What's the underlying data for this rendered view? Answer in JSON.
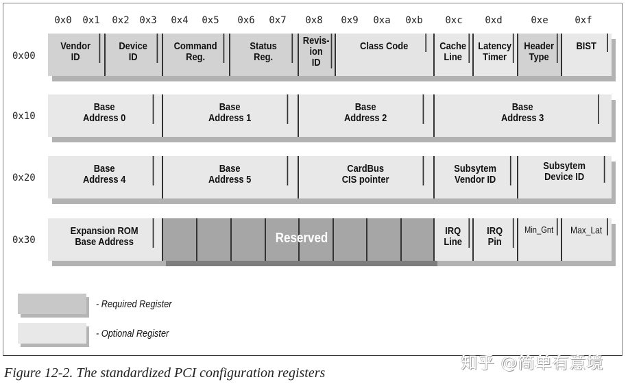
{
  "figure": {
    "caption": "Figure 12-2. The standardized PCI configuration registers",
    "watermark": "知乎 @简单有意境"
  },
  "offsets": [
    "0x0",
    "0x1",
    "0x2",
    "0x3",
    "0x4",
    "0x5",
    "0x6",
    "0x7",
    "0x8",
    "0x9",
    "0xa",
    "0xb",
    "0xc",
    "0xd",
    "0xe",
    "0xf"
  ],
  "rows": [
    {
      "label": "0x00",
      "cells": [
        {
          "line1": "Vendor",
          "line2": "ID",
          "line3": "",
          "type": "required"
        },
        {
          "line1": "Device",
          "line2": "ID",
          "line3": "",
          "type": "required"
        },
        {
          "line1": "Command",
          "line2": "Reg.",
          "line3": "",
          "type": "required"
        },
        {
          "line1": "Status",
          "line2": "Reg.",
          "line3": "",
          "type": "required"
        },
        {
          "line1": "Revis-",
          "line2": "ion",
          "line3": "ID",
          "type": "required"
        },
        {
          "line1": "Class Code",
          "line2": "",
          "line3": "",
          "type": "required"
        },
        {
          "line1": "Cache",
          "line2": "Line",
          "line3": "",
          "type": "optional"
        },
        {
          "line1": "Latency",
          "line2": "Timer",
          "line3": "",
          "type": "optional"
        },
        {
          "line1": "Header",
          "line2": "Type",
          "line3": "",
          "type": "required"
        },
        {
          "line1": "BIST",
          "line2": "",
          "line3": "",
          "type": "optional"
        }
      ]
    },
    {
      "label": "0x10",
      "cells": [
        {
          "line1": "Base",
          "line2": "Address 0"
        },
        {
          "line1": "Base",
          "line2": "Address 1"
        },
        {
          "line1": "Base",
          "line2": "Address 2"
        },
        {
          "line1": "Base",
          "line2": "Address 3"
        }
      ]
    },
    {
      "label": "0x20",
      "cells": [
        {
          "line1": "Base",
          "line2": "Address 4"
        },
        {
          "line1": "Base",
          "line2": "Address 5"
        },
        {
          "line1": "CardBus",
          "line2": "CIS pointer"
        },
        {
          "line1": "Subsytem",
          "line2": "Vendor ID"
        },
        {
          "line1": "Subsytem",
          "line2": "Device ID"
        }
      ]
    },
    {
      "label": "0x30",
      "cells": [
        {
          "line1": "Expansion ROM",
          "line2": "Base Address"
        },
        {
          "line1": "Reserved",
          "line2": ""
        },
        {
          "line1": "IRQ",
          "line2": "Line"
        },
        {
          "line1": "IRQ",
          "line2": "Pin"
        },
        {
          "line1": "Min_Gnt",
          "line2": ""
        },
        {
          "line1": "Max_Lat",
          "line2": ""
        }
      ]
    }
  ],
  "legend": [
    {
      "label": "- Required Register",
      "color": "#c8c8c8"
    },
    {
      "label": "- Optional Register",
      "color": "#e8e8e8"
    }
  ],
  "colors": {
    "optional": "#e8e8e8",
    "required": "#d2d2d2",
    "reserved": "#a6a6a6",
    "shadow": "#b2b2b2"
  }
}
